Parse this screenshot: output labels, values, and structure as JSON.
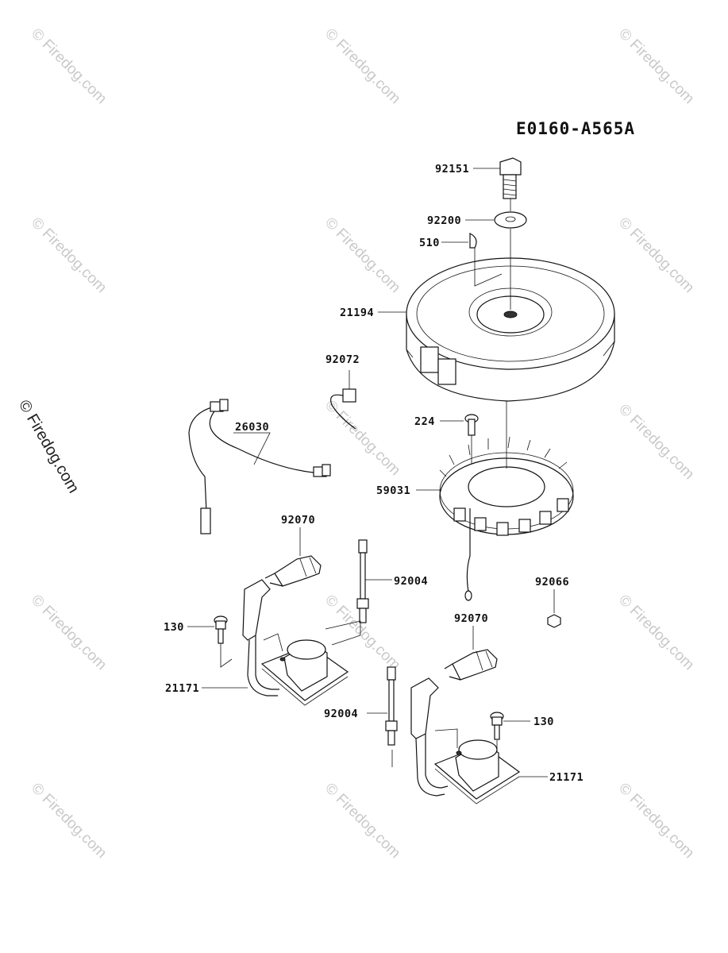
{
  "diagram_code": "E0160-A565A",
  "watermark": {
    "text": "© Firedog.com",
    "side_text": "© Firedog.com"
  },
  "parts": {
    "p92151": "92151",
    "p92200": "92200",
    "p510": "510",
    "p21194": "21194",
    "p92072": "92072",
    "p26030": "26030",
    "p224": "224",
    "p59031": "59031",
    "p92070_a": "92070",
    "p92004_a": "92004",
    "p92066": "92066",
    "p130_a": "130",
    "p92070_b": "92070",
    "p21171_a": "21171",
    "p92004_b": "92004",
    "p130_b": "130",
    "p21171_b": "21171"
  }
}
